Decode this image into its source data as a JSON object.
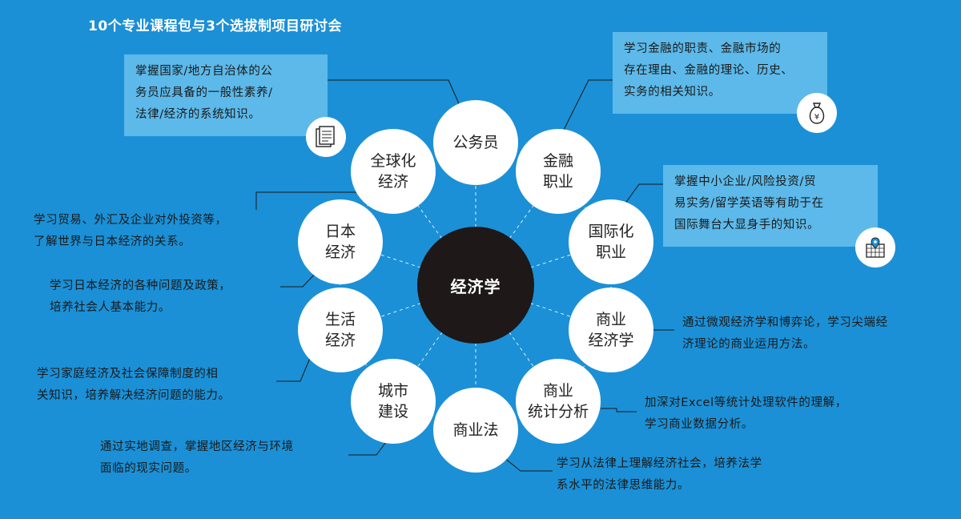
{
  "title": "10个专业课程包与3个选拔制项目研讨会",
  "center": "经济学",
  "nodes": {
    "gongwuyuan": "公务员",
    "jinrong": "金融\n职业",
    "guojihua": "国际化\n职业",
    "shangye_jingji": "商业\n经济学",
    "shangye_tongji": "商业\n统计分析",
    "shangyefa": "商业法",
    "chengshi": "城市\n建设",
    "shenghuo": "生活\n经济",
    "riben": "日本\n经济",
    "quanqiuhua": "全球化\n经济"
  },
  "descriptions": {
    "gongwuyuan": "掌握国家/地方自治体的公\n务员应具备的一般性素养/\n法律/经济的系统知识。",
    "jinrong": "学习金融的职责、金融市场的\n存在理由、金融的理论、历史、\n实务的相关知识。",
    "guojihua": "掌握中小企业/风险投资/贸\n易实务/留学英语等有助于在\n国际舞台大显身手的知识。",
    "shangye_jingji": "通过微观经济学和博弈论，学习尖端经\n济理论的商业运用方法。",
    "shangye_tongji": "加深对Excel等统计处理软件的理解，\n学习商业数据分析。",
    "shangyefa": "学习从法律上理解经济社会，培养法学\n系水平的法律思维能力。",
    "chengshi": "通过实地调查，掌握地区经济与环境\n面临的现实问题。",
    "shenghuo": "学习家庭经济及社会保障制度的相\n关知识，培养解决经济问题的能力。",
    "riben": "学习日本经济的各种问题及政策，\n培养社会人基本能力。",
    "quanqiuhua": "学习贸易、外汇及企业对外投资等，\n了解世界与日本经济的关系。"
  },
  "icons": {
    "document": "document-icon",
    "money_bag": "money-bag-icon",
    "money_symbol": "¥",
    "map": "map-pin-icon"
  },
  "colors": {
    "background": "#1b90d6",
    "box": "#5cb9ea",
    "center": "#1e1818",
    "node": "#ffffff"
  }
}
